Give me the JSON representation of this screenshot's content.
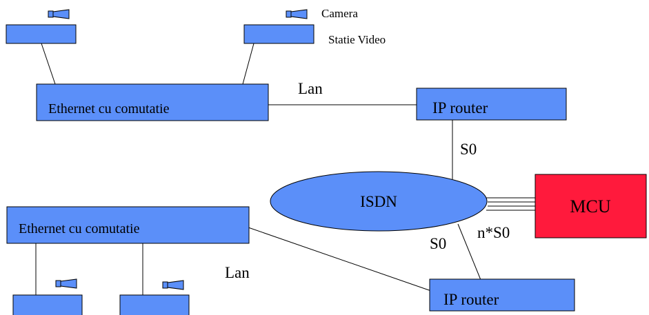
{
  "legend": {
    "camera_label": "Camera",
    "station_label": "Statie Video"
  },
  "network": {
    "top_switch_label": "Ethernet cu comutatie",
    "bottom_switch_label": "Ethernet cu comutatie",
    "top_lan_label": "Lan",
    "bottom_lan_label": "Lan",
    "top_router_label": "IP router",
    "bottom_router_label": "IP router",
    "isdn_label": "ISDN",
    "mcu_label": "MCU",
    "link_top_label": "S0",
    "link_bottom_label": "S0",
    "link_mcu_label": "n*S0"
  },
  "colors": {
    "node_fill": "#5b8ff9",
    "mcu_fill": "#ff1a3c",
    "line": "#000000"
  }
}
